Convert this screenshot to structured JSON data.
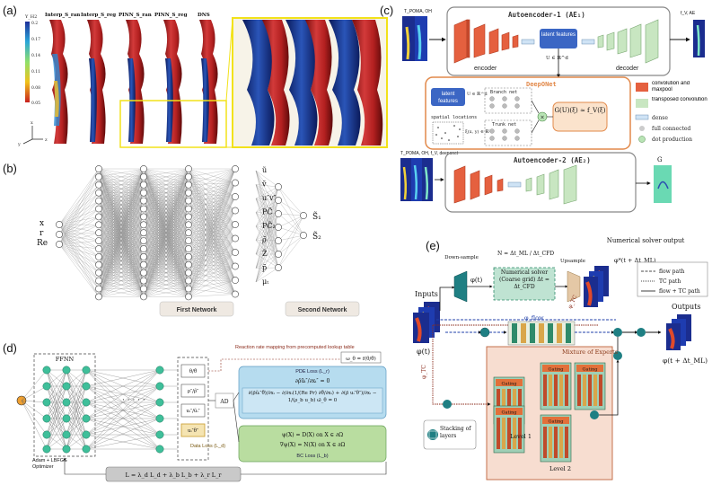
{
  "panel_labels": {
    "a": "(a)",
    "b": "(b)",
    "c": "(c)",
    "d": "(d)",
    "e": "(e)"
  },
  "panel_a": {
    "column_titles": [
      "Interp_S_ran",
      "Interp_S_reg",
      "PINN_S_ran",
      "PINN_S_reg",
      "DNS"
    ],
    "colorbar_title": "Y_H2",
    "colorbar_ticks": [
      "0.2",
      "0.17",
      "0.14",
      "0.11",
      "0.08",
      "0.05"
    ],
    "axes": [
      "x",
      "z",
      "y"
    ]
  },
  "panel_b": {
    "inputs": [
      "x",
      "r",
      "Re"
    ],
    "outputs_first": [
      "ũ",
      "ṽ",
      "u″v″",
      "PC̃",
      "PC̃₂",
      "ρ̄",
      "Z̃",
      "p̃",
      "μₜ"
    ],
    "outputs_second": [
      "S̃₁",
      "S̃₂"
    ],
    "first_network_label": "First Network",
    "second_network_label": "Second Network"
  },
  "panel_c": {
    "ae1_title": "Autoencoder-1 (AE₁)",
    "ae2_title": "Autoencoder-2 (AE₂)",
    "deeponet_title": "DeepONet",
    "encoder_label": "encoder",
    "decoder_label": "decoder",
    "latent_label": "latent features",
    "latent_label_2": "latent features",
    "u_in_R": "U ∈ ℝ^d",
    "u_in_R_2": "U ∈ ℝ^d",
    "branch_label": "Branch net",
    "trunk_label": "Trunk net",
    "spatial_label": "spatial locations",
    "xi_label": "ξ(x, y) ∈ ℝ²",
    "g_formula": "G(U)(ξ) ≈ f_V(ξ)",
    "input_label_top": "T_POMA, OH",
    "output_label_top": "f_V, AE",
    "input_label_bottom": "T_POMA, OH, f_V, deeponet",
    "output_label_bottom": "G",
    "legend": [
      "convolution and maxpool",
      "transposed convolution",
      "dense",
      "full connected",
      "dot production"
    ]
  },
  "panel_d": {
    "ffnn_label": "FFNN",
    "optimizer_label": "Adam + LBFGS Optimizer",
    "outputs": [
      "θ/θ̃",
      "ρ″/ρ̃″",
      "uᵢ″/ũᵢ″",
      "uᵢ″θ″"
    ],
    "ad_label": "AD",
    "reaction_label": "Reaction rate mapping from precomputed lookup table",
    "omega_formula": "ω_θ = f(θ/θ̃)",
    "pde_loss_label": "PDE Loss (L_r)",
    "eq1": "∂ρ̄ũᵢ″/∂xᵢ″ = 0",
    "eq2": "∂(ρ̄ũᵢ″θ̃)/∂xᵢ − ∂/∂xᵢ(1/(Re Pr) ∂θ̃/∂xᵢ) + ∂(ρ̄ uᵢ″θ″)/∂xᵢ − 1/(ρ_b u_b) ω̄_θ = 0",
    "data_loss_label": "Data Loss (L_d)",
    "bc1": "ψ(X) = D(X)   on X ∈ ∂Ω",
    "bc2": "∇ψ(X) = N(X)   on X ∈ ∂Ω",
    "bc_loss_label": "BC Loss (L_b)",
    "total_loss": "L = λ_d L_d + λ_b L_b + λ_r L_r"
  },
  "panel_e": {
    "inputs_label": "Inputs",
    "phi_t": "φ(t)",
    "phi_t_in": "φ(t)",
    "downsample_label": "Down-sample",
    "upsample_label": "Upsample",
    "n_formula": "N = Δt_ML / Δt_CFD",
    "solver_label": "Numerical solver (Coarse grid) Δt = Δt_CFD",
    "solver_output_label": "Numerical solver output",
    "phi_star": "φ*(t + Δt_ML)",
    "phi_flow": "φ_flow",
    "phi_tc": "φ_TC",
    "phi_tc_2": "φ_TC",
    "outputs_label": "Outputs",
    "phi_out": "φ(t + Δt_ML)",
    "mixture_label": "Mixture of Experts",
    "gating_label": "Gating",
    "level1_label": "Level 1",
    "level2_label": "Level 2",
    "stacking_label": "Stacking of layers",
    "legend": [
      "flow path",
      "TC path",
      "flow + TC path"
    ]
  }
}
